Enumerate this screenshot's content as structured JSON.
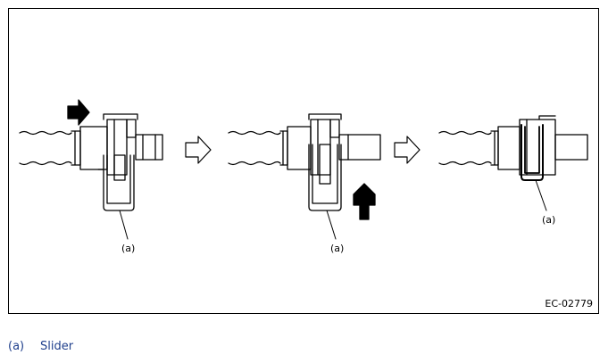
{
  "diagram": {
    "figure_code": "EC-02779",
    "callouts": [
      "(a)",
      "(a)",
      "(a)"
    ]
  },
  "legend": [
    {
      "symbol": "(a)",
      "text": "Slider"
    }
  ],
  "colors": {
    "line": "#000000",
    "legend_text": "#1f3f8c",
    "frame_border": "#000000"
  },
  "icons": [
    "push-arrow-right-icon",
    "push-arrow-up-icon",
    "step-arrow-right-icon"
  ]
}
